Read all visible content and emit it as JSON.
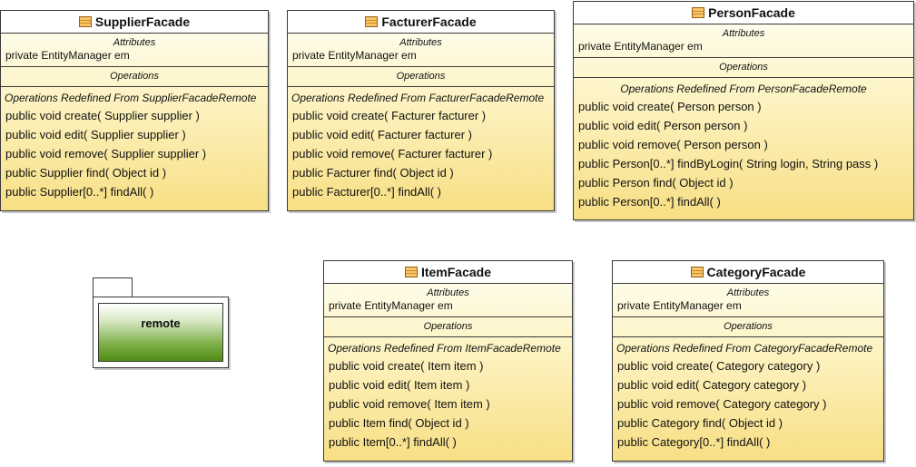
{
  "classes": {
    "supplier": {
      "name": "SupplierFacade",
      "attributes_title": "Attributes",
      "attributes": [
        "private EntityManager em"
      ],
      "operations_title": "Operations",
      "redefined": "Operations Redefined From SupplierFacadeRemote",
      "operations": [
        "public void  create( Supplier supplier )",
        "public void  edit( Supplier supplier )",
        "public void  remove( Supplier supplier )",
        "public Supplier  find( Object id )",
        "public Supplier[0..*]  findAll(  )"
      ]
    },
    "facturer": {
      "name": "FacturerFacade",
      "attributes_title": "Attributes",
      "attributes": [
        "private EntityManager em"
      ],
      "operations_title": "Operations",
      "redefined": "Operations Redefined From FacturerFacadeRemote",
      "operations": [
        "public void  create( Facturer facturer )",
        "public void  edit( Facturer facturer )",
        "public void  remove( Facturer facturer )",
        "public Facturer  find( Object id )",
        "public Facturer[0..*]  findAll(  )"
      ]
    },
    "person": {
      "name": "PersonFacade",
      "attributes_title": "Attributes",
      "attributes": [
        "private EntityManager em"
      ],
      "operations_title": "Operations",
      "redefined": "Operations Redefined From PersonFacadeRemote",
      "operations": [
        "public void  create( Person person )",
        "public void  edit( Person person )",
        "public void  remove( Person person )",
        "public Person[0..*]  findByLogin( String login, String pass )",
        "public Person  find( Object id )",
        "public Person[0..*]  findAll(  )"
      ]
    },
    "item": {
      "name": "ItemFacade",
      "attributes_title": "Attributes",
      "attributes": [
        "private EntityManager em"
      ],
      "operations_title": "Operations",
      "redefined": "Operations Redefined From ItemFacadeRemote",
      "operations": [
        "public void  create( Item item )",
        "public void  edit( Item item )",
        "public void  remove( Item item )",
        "public Item  find( Object id )",
        "public Item[0..*]  findAll(  )"
      ]
    },
    "category": {
      "name": "CategoryFacade",
      "attributes_title": "Attributes",
      "attributes": [
        "private EntityManager em"
      ],
      "operations_title": "Operations",
      "redefined": "Operations Redefined From CategoryFacadeRemote",
      "operations": [
        "public void  create( Category category )",
        "public void  edit( Category category )",
        "public void  remove( Category category )",
        "public Category  find( Object id )",
        "public Category[0..*]  findAll(  )"
      ]
    }
  },
  "package": {
    "name": "remote"
  },
  "icons": {
    "class": "class-icon"
  }
}
